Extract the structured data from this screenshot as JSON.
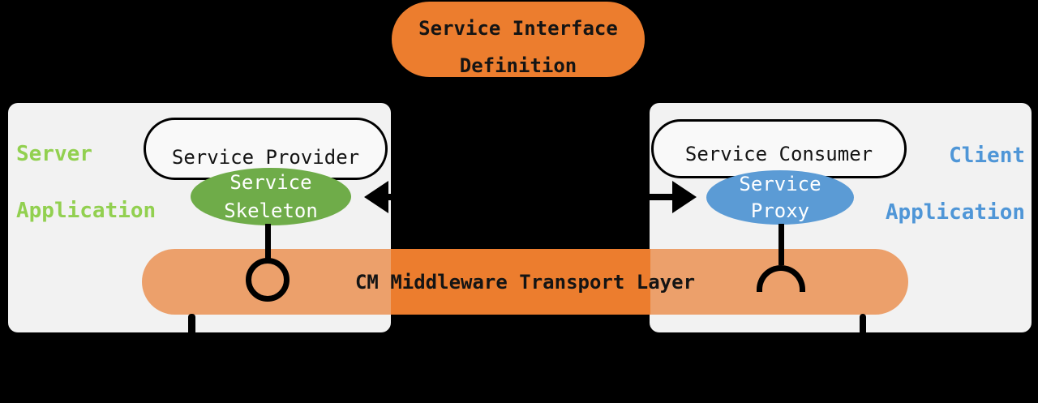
{
  "colors": {
    "canvas_bg": "#000000",
    "orange": "#EC7D2E",
    "orange_tint": "#ECA06B",
    "panel": "#F2F2F2",
    "capsule_fill": "#F9F9F9",
    "green_fill": "#6FAC49",
    "green_text": "#92D050",
    "blue_fill": "#5B9BD5",
    "blue_text": "#4F96D7",
    "ink": "#141414",
    "stroke": "#000000"
  },
  "interface_definition": {
    "line1": "Service Interface",
    "line2": "Definition"
  },
  "server": {
    "role_line1": "Server",
    "role_line2": "Application",
    "component": "Service Provider",
    "endpoint_line1": "Service",
    "endpoint_line2": "Skeleton"
  },
  "client": {
    "role_line1": "Client",
    "role_line2": "Application",
    "component": "Service Consumer",
    "endpoint_line1": "Service",
    "endpoint_line2": "Proxy"
  },
  "transport": {
    "label": "CM Middleware Transport Layer"
  }
}
